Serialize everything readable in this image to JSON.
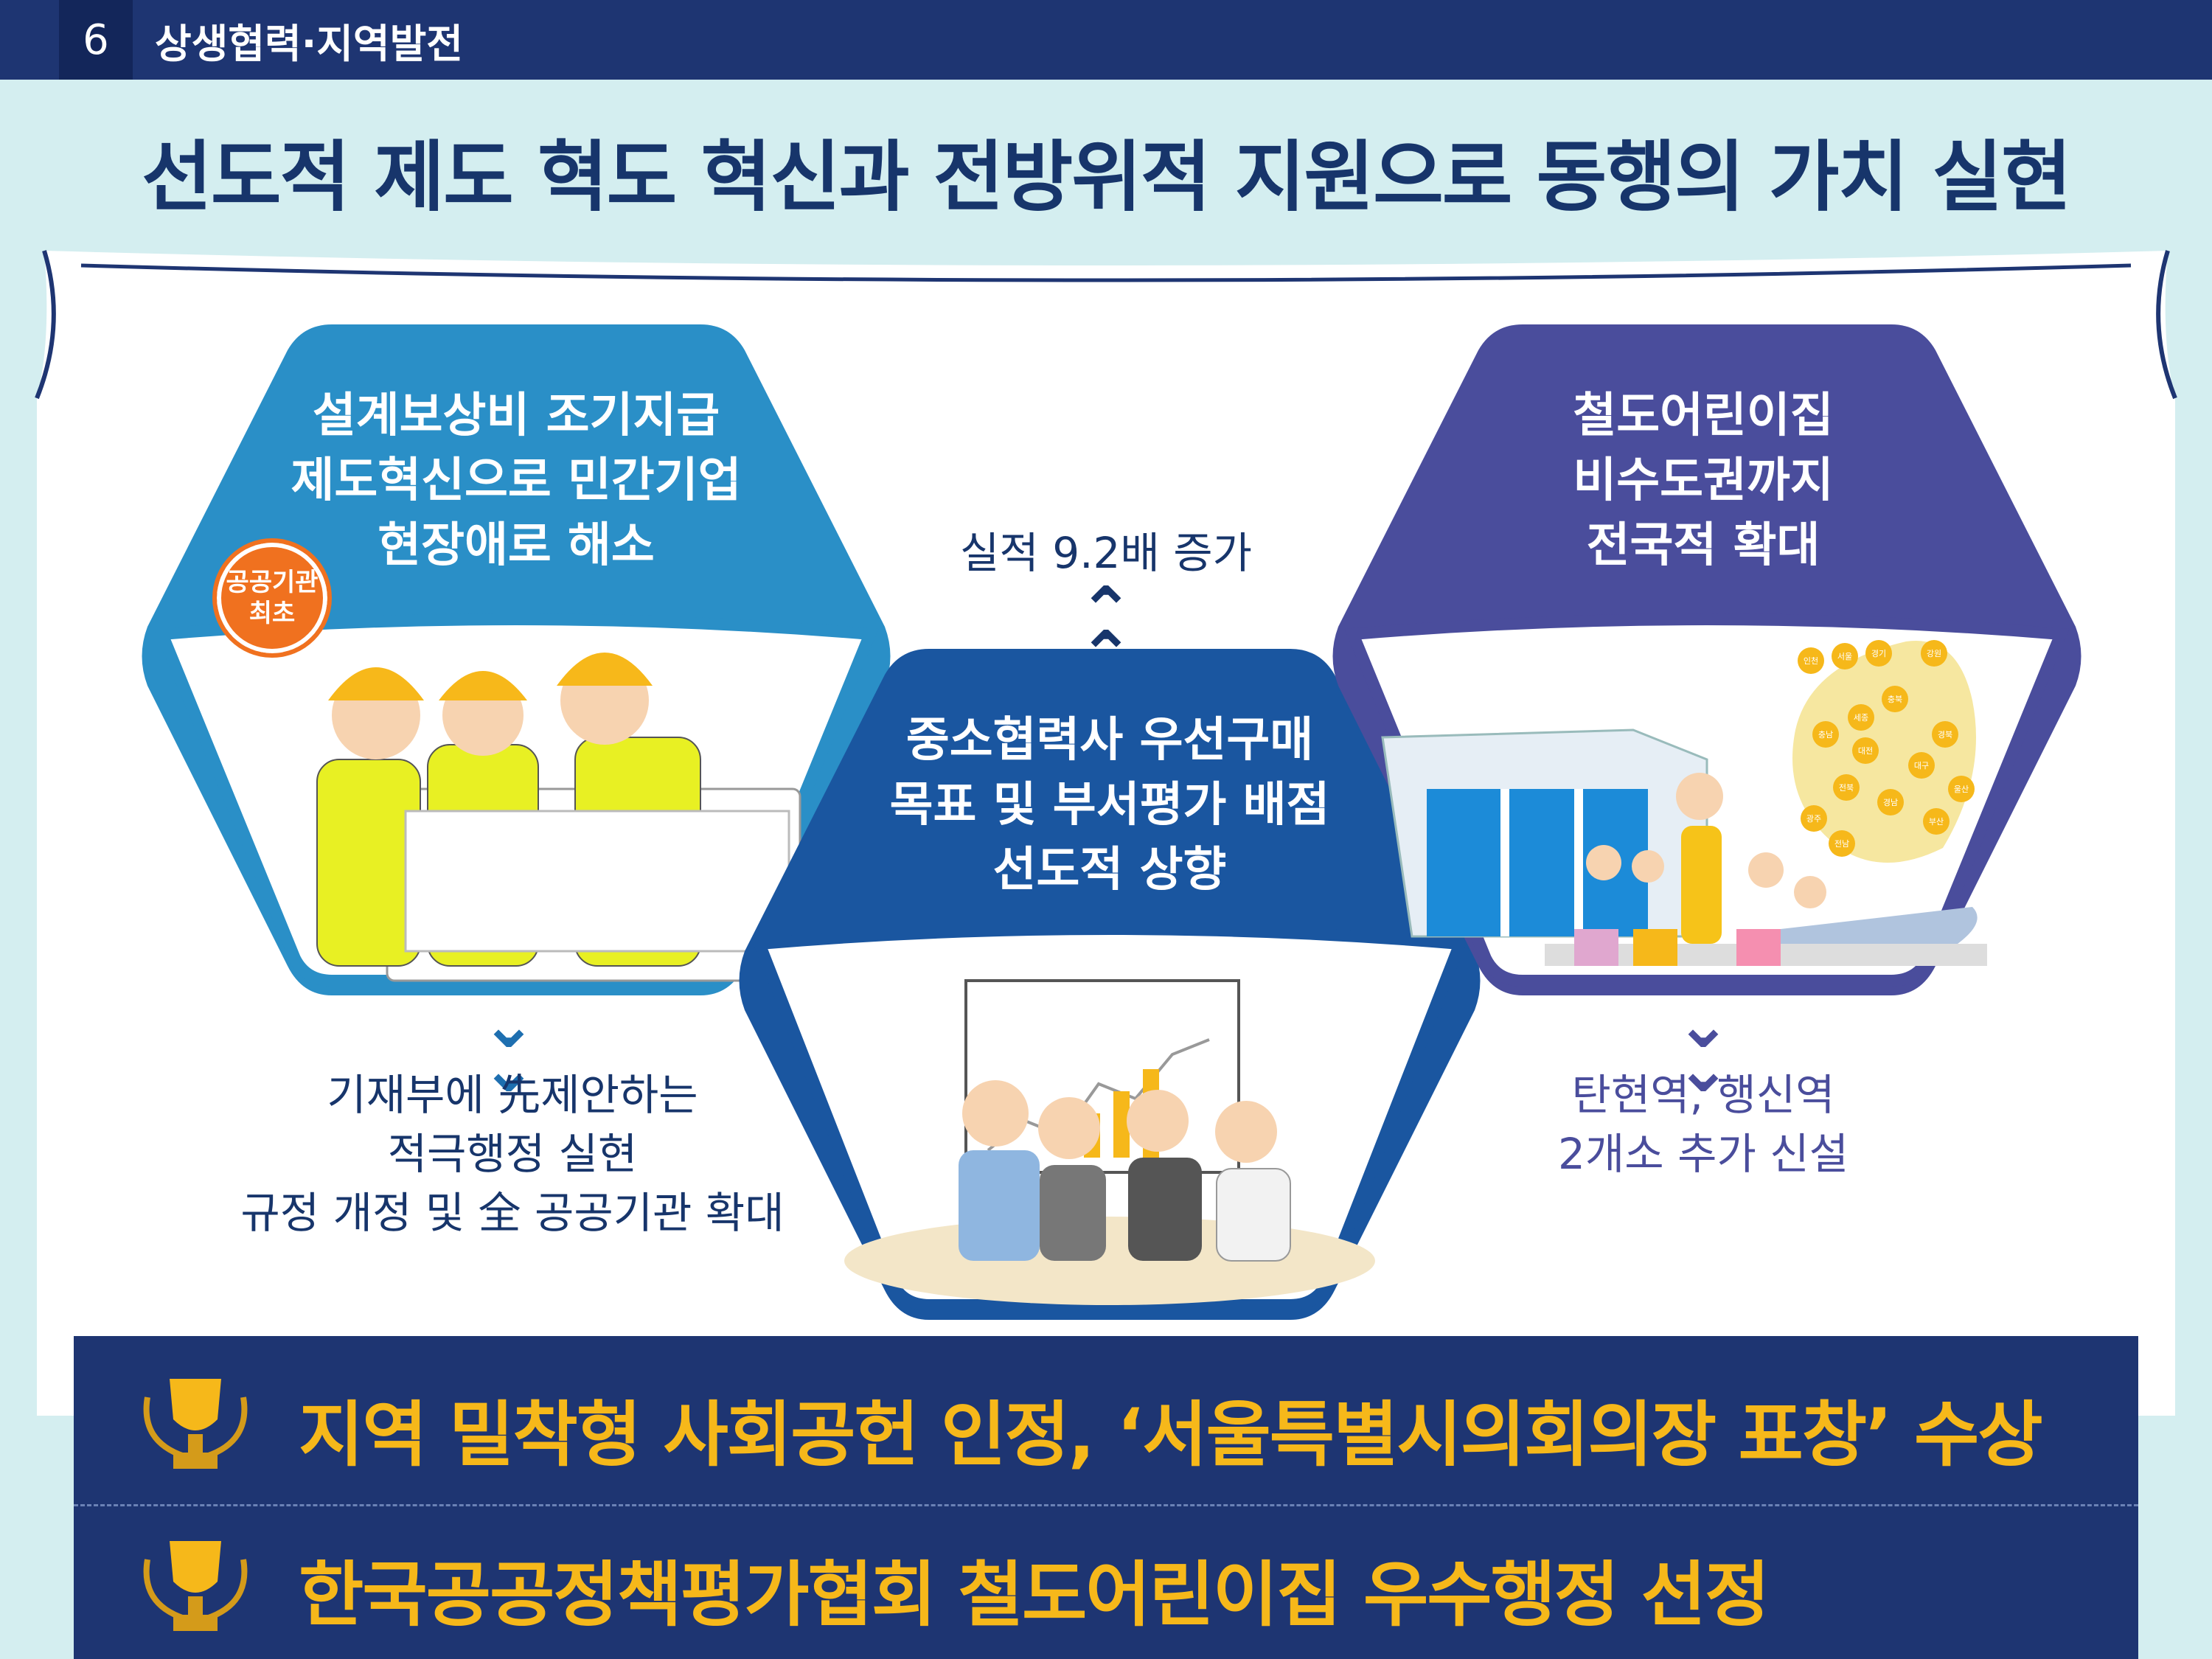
{
  "header": {
    "section_number": "6",
    "section_title": "상생협력·지역발전"
  },
  "main_title": "선도적 제도 혁도 혁신과 전방위적 지원으로 동행의 가치 실현",
  "left_card": {
    "lines": [
      "설계보상비 조기지급",
      "제도혁신으로 민간기업",
      "현장애로 해소"
    ],
    "badge_lines": [
      "공공기관",
      "최초"
    ],
    "caption_lines": [
      "기재부에 先제안하는",
      "적극행정 실현",
      "규정 개정 및 全 공공기관 확대"
    ]
  },
  "center_card": {
    "top_caption": "실적 9.2배 증가",
    "lines": [
      "중소협력사 우선구매",
      "목표 및 부서평가 배점",
      "선도적 상향"
    ]
  },
  "right_card": {
    "lines": [
      "철도어린이집",
      "비수도권까지",
      "전국적 확대"
    ],
    "map_pins": [
      "인천",
      "서울",
      "경기",
      "강원",
      "세종",
      "충북",
      "충남",
      "대전",
      "경북",
      "대구",
      "전북",
      "울산",
      "경남",
      "광주",
      "전남",
      "부산"
    ],
    "caption_lines": [
      "탄현역, 행신역",
      "2개소 추가 신설"
    ]
  },
  "awards": [
    "지역 밀착형 사회공헌 인정, ‘서울특별시의회의장 표창’ 수상",
    "한국공공정책평가협회 철도어린이집 우수행정 선정"
  ],
  "colors": {
    "navy": "#1e3572",
    "left_blue": "#2a8fc7",
    "center_blue": "#1a56a0",
    "right_purple": "#4a4d9c",
    "award_gold": "#f6b81a",
    "badge_orange": "#f0711f"
  }
}
